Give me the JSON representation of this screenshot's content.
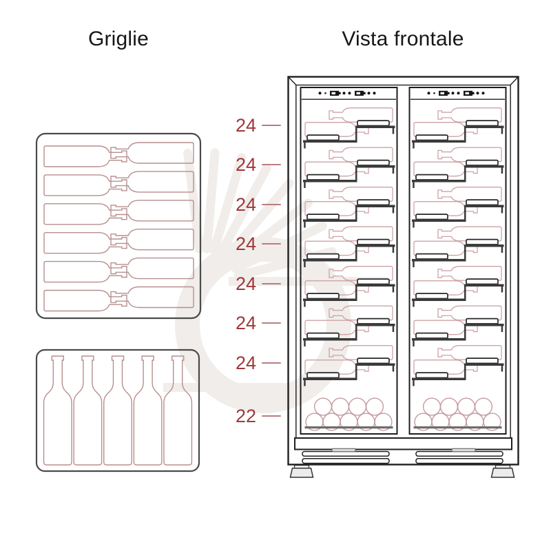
{
  "titles": {
    "left": "Griglie",
    "right": "Vista frontale"
  },
  "capacity_labels": [
    "24",
    "24",
    "24",
    "24",
    "24",
    "24",
    "24",
    "22"
  ],
  "griglie": {
    "top_grid": {
      "rows": 6,
      "bottles_per_row": 2,
      "style": "horizontal-interlocked"
    },
    "bottom_grid": {
      "bottles": 5,
      "style": "upright"
    }
  },
  "front_view": {
    "doors": 2,
    "shelf_rows_per_door": 7,
    "bottles_per_shelf_row": 2,
    "bottom_stack": {
      "top_row_bottles": 4,
      "bottom_row_bottles": 5
    },
    "control_panel_icon": "dots-and-buttons",
    "feet": 2
  },
  "colors": {
    "label_red": "#9f383b",
    "label_dash": "#bb7c80",
    "grid_bottle_outline": "#b78e8e",
    "cabinet_bottle_outline": "#cda3a6",
    "circle_outline": "#c79ba0",
    "outline_dark": "#1f1f1f",
    "grid_border": "#4a4a4a",
    "shelf_dark": "#3a3a3a",
    "watermark": "#eeebe7"
  }
}
